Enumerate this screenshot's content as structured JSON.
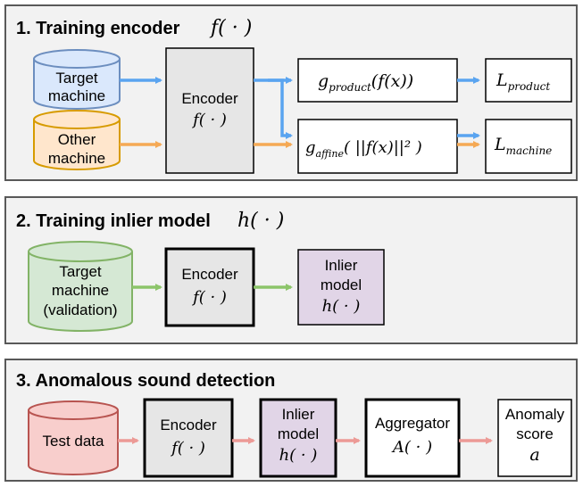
{
  "sections": [
    {
      "title": "1. Training encoder",
      "title_math": "f( · )",
      "target_machine": [
        "Target",
        "machine"
      ],
      "other_machine": [
        "Other",
        "machine"
      ],
      "encoder": [
        "Encoder",
        "f( · )"
      ],
      "g_product": "g",
      "g_product_sub": "product",
      "g_product_arg": "(f(x))",
      "g_affine": "g",
      "g_affine_sub": "affine",
      "g_affine_arg": "( ||f(x)||² )",
      "l_product": "L",
      "l_product_sub": "product",
      "l_machine": "L",
      "l_machine_sub": "machine"
    },
    {
      "title": "2. Training inlier model",
      "title_math": "h( · )",
      "target_validation": [
        "Target",
        "machine",
        "(validation)"
      ],
      "encoder": [
        "Encoder",
        "f( · )"
      ],
      "inlier": [
        "Inlier",
        "model",
        "h( · )"
      ]
    },
    {
      "title": "3. Anomalous sound detection",
      "test_data": "Test data",
      "encoder": [
        "Encoder",
        "f( · )"
      ],
      "inlier": [
        "Inlier",
        "model",
        "h( · )"
      ],
      "aggregator": [
        "Aggregator",
        "A( · )"
      ],
      "score": [
        "Anomaly",
        "score",
        "a"
      ]
    }
  ],
  "colors": {
    "panel_bg": "#f2f2f2",
    "panel_border": "#595959",
    "blue_fill": "#dae8fc",
    "blue_stroke": "#6c8ebf",
    "blue_arrow": "#5aa4f0",
    "orange_fill": "#ffe6cc",
    "orange_stroke": "#d79b00",
    "orange_arrow": "#f5a955",
    "green_fill": "#d5e8d4",
    "green_stroke": "#82b366",
    "green_arrow": "#8cc56a",
    "red_fill": "#f8cecc",
    "red_stroke": "#b85450",
    "red_arrow": "#ec9a96",
    "gray_fill": "#e6e6e6",
    "purple_fill": "#e1d5e7"
  }
}
